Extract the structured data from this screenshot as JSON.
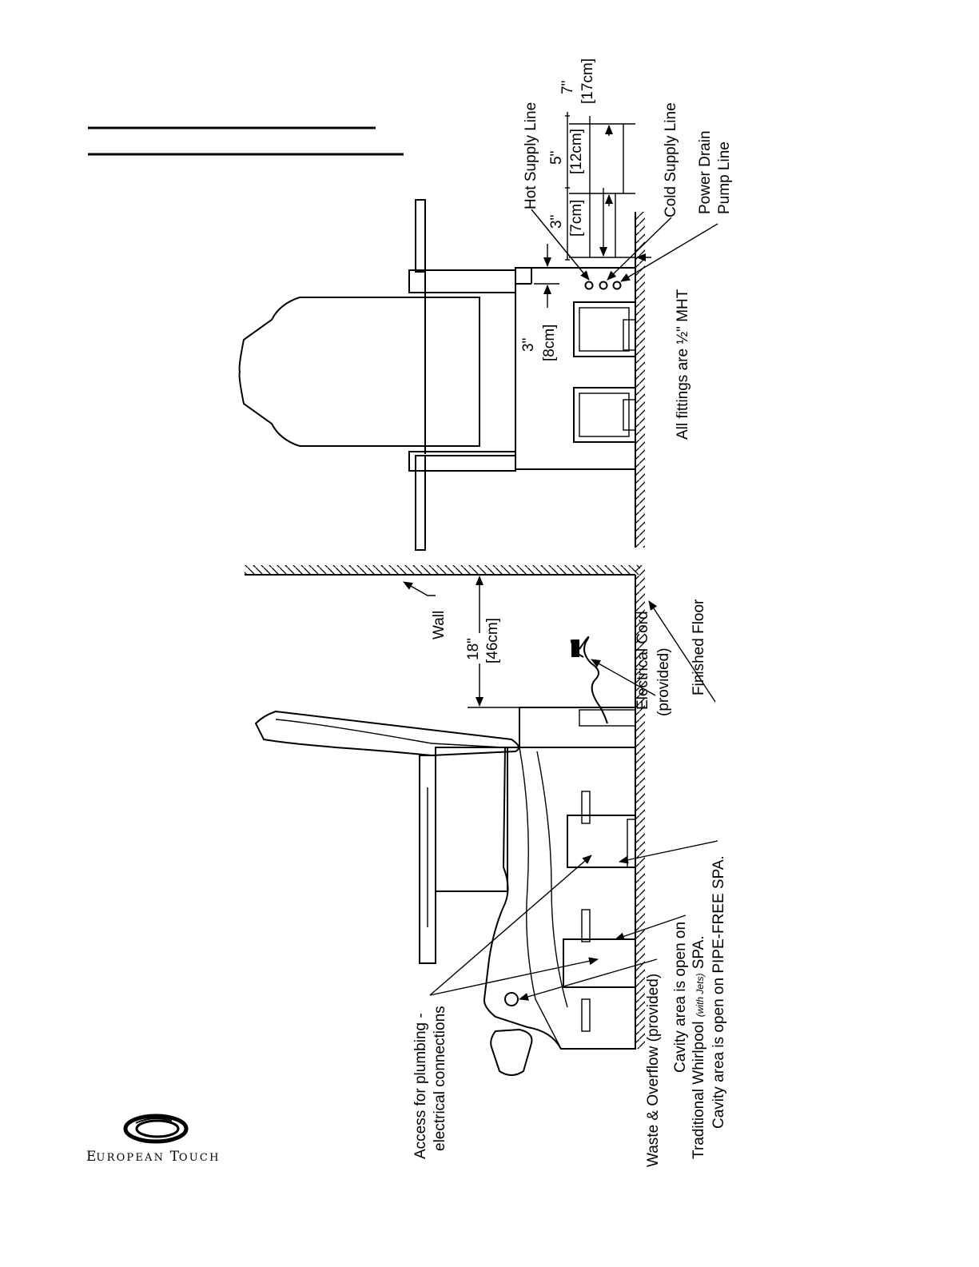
{
  "brand": {
    "wordmark_first": "E",
    "wordmark_mid": "UROPEAN ",
    "wordmark_t": "T",
    "wordmark_end": "OUCH"
  },
  "side_view": {
    "wall_label": "Wall",
    "wall_clearance": "18\"",
    "wall_clearance_metric": "[46cm]",
    "electrical_cord": "Electrical Cord",
    "electrical_cord_note": "(provided)",
    "finished_floor": "Finished Floor",
    "access_line1": "Access for plumbing -",
    "access_line2": "electrical connections",
    "waste_overflow": "Waste & Overflow (provided)",
    "cavity_line1": "Cavity area is open on",
    "cavity_line2_a": "Traditional Whirlpool ",
    "cavity_line2_b": "(with Jets)",
    "cavity_line2_c": " SPA.",
    "cavity_line3": "Cavity area is open on PIPE-FREE SPA."
  },
  "front_view": {
    "hot_supply": "Hot Supply Line",
    "cold_supply": "Cold Supply Line",
    "drain_line1": "Power Drain",
    "drain_line2": "Pump Line",
    "fittings_note": "All fittings are ½\" MHT",
    "dim_3_top": "3\"",
    "dim_3_top_metric": "[8cm]",
    "dim_3": "3\"",
    "dim_3_metric": "[7cm]",
    "dim_5": "5\"",
    "dim_5_metric": "[12cm]",
    "dim_7": "7\"",
    "dim_7_metric": "[17cm]"
  },
  "colors": {
    "ink": "#000000",
    "paper": "#ffffff"
  }
}
